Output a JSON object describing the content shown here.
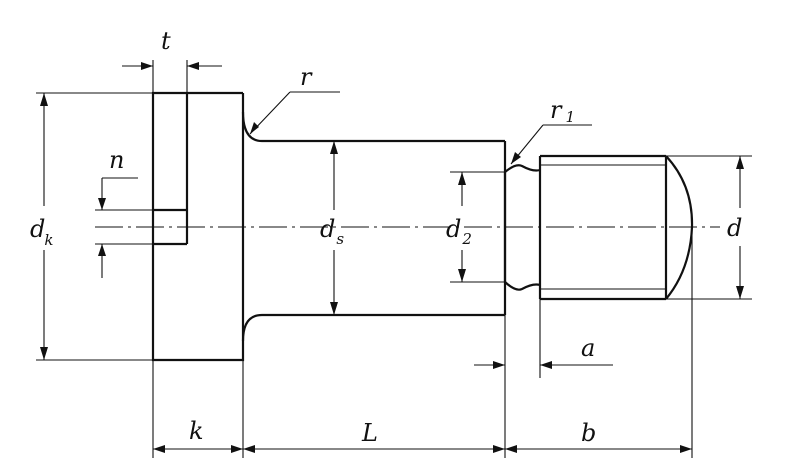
{
  "labels": {
    "t": "t",
    "r": "r",
    "r1_main": "r",
    "r1_sub": "1",
    "n": "n",
    "dk_main": "d",
    "dk_sub": "k",
    "ds_main": "d",
    "ds_sub": "s",
    "d2_main": "d",
    "d2_sub": "2",
    "d": "d",
    "a": "a",
    "k": "k",
    "L": "L",
    "b": "b"
  }
}
